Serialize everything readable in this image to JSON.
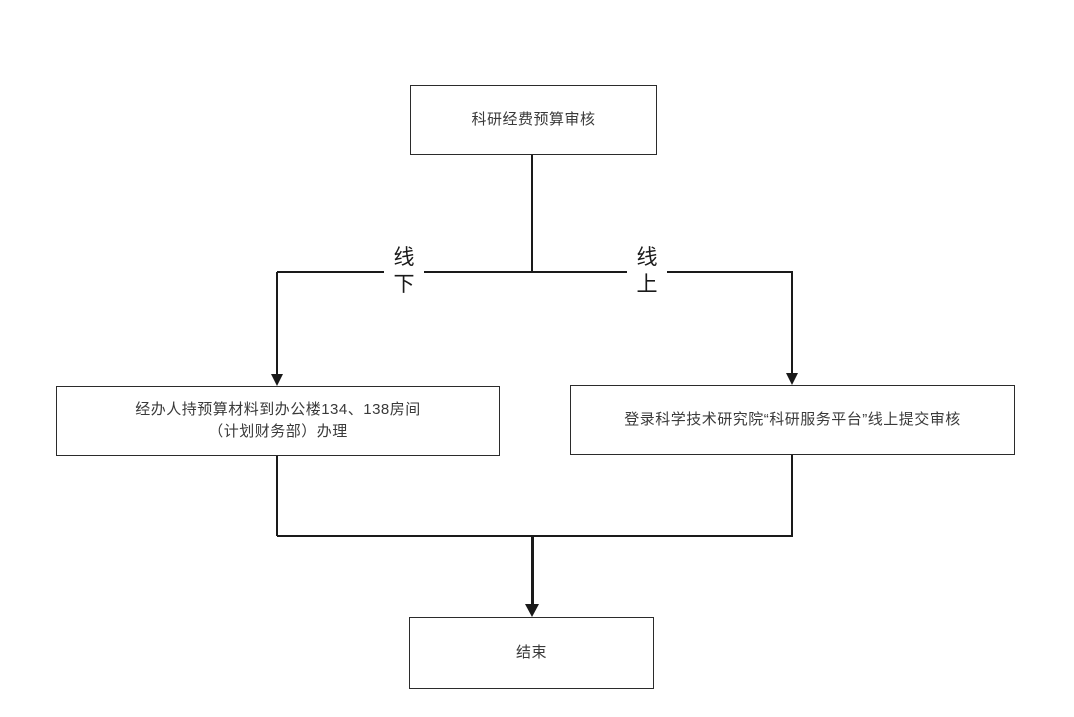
{
  "diagram": {
    "type": "flowchart",
    "nodes": {
      "start": {
        "label": "科研经费预算审核"
      },
      "offline": {
        "label": "经办人持预算材料到办公楼134、138房间\n（计划财务部）办理"
      },
      "online": {
        "label": "登录科学技术研究院“科研服务平台”线上提交审核"
      },
      "end": {
        "label": "结束"
      }
    },
    "branch_labels": {
      "offline": "线\n下",
      "online": "线\n上"
    },
    "colors": {
      "background": "#ffffff",
      "box_border": "#2b2b2b",
      "line": "#1a1a1a",
      "text": "#3a3a3a"
    }
  }
}
